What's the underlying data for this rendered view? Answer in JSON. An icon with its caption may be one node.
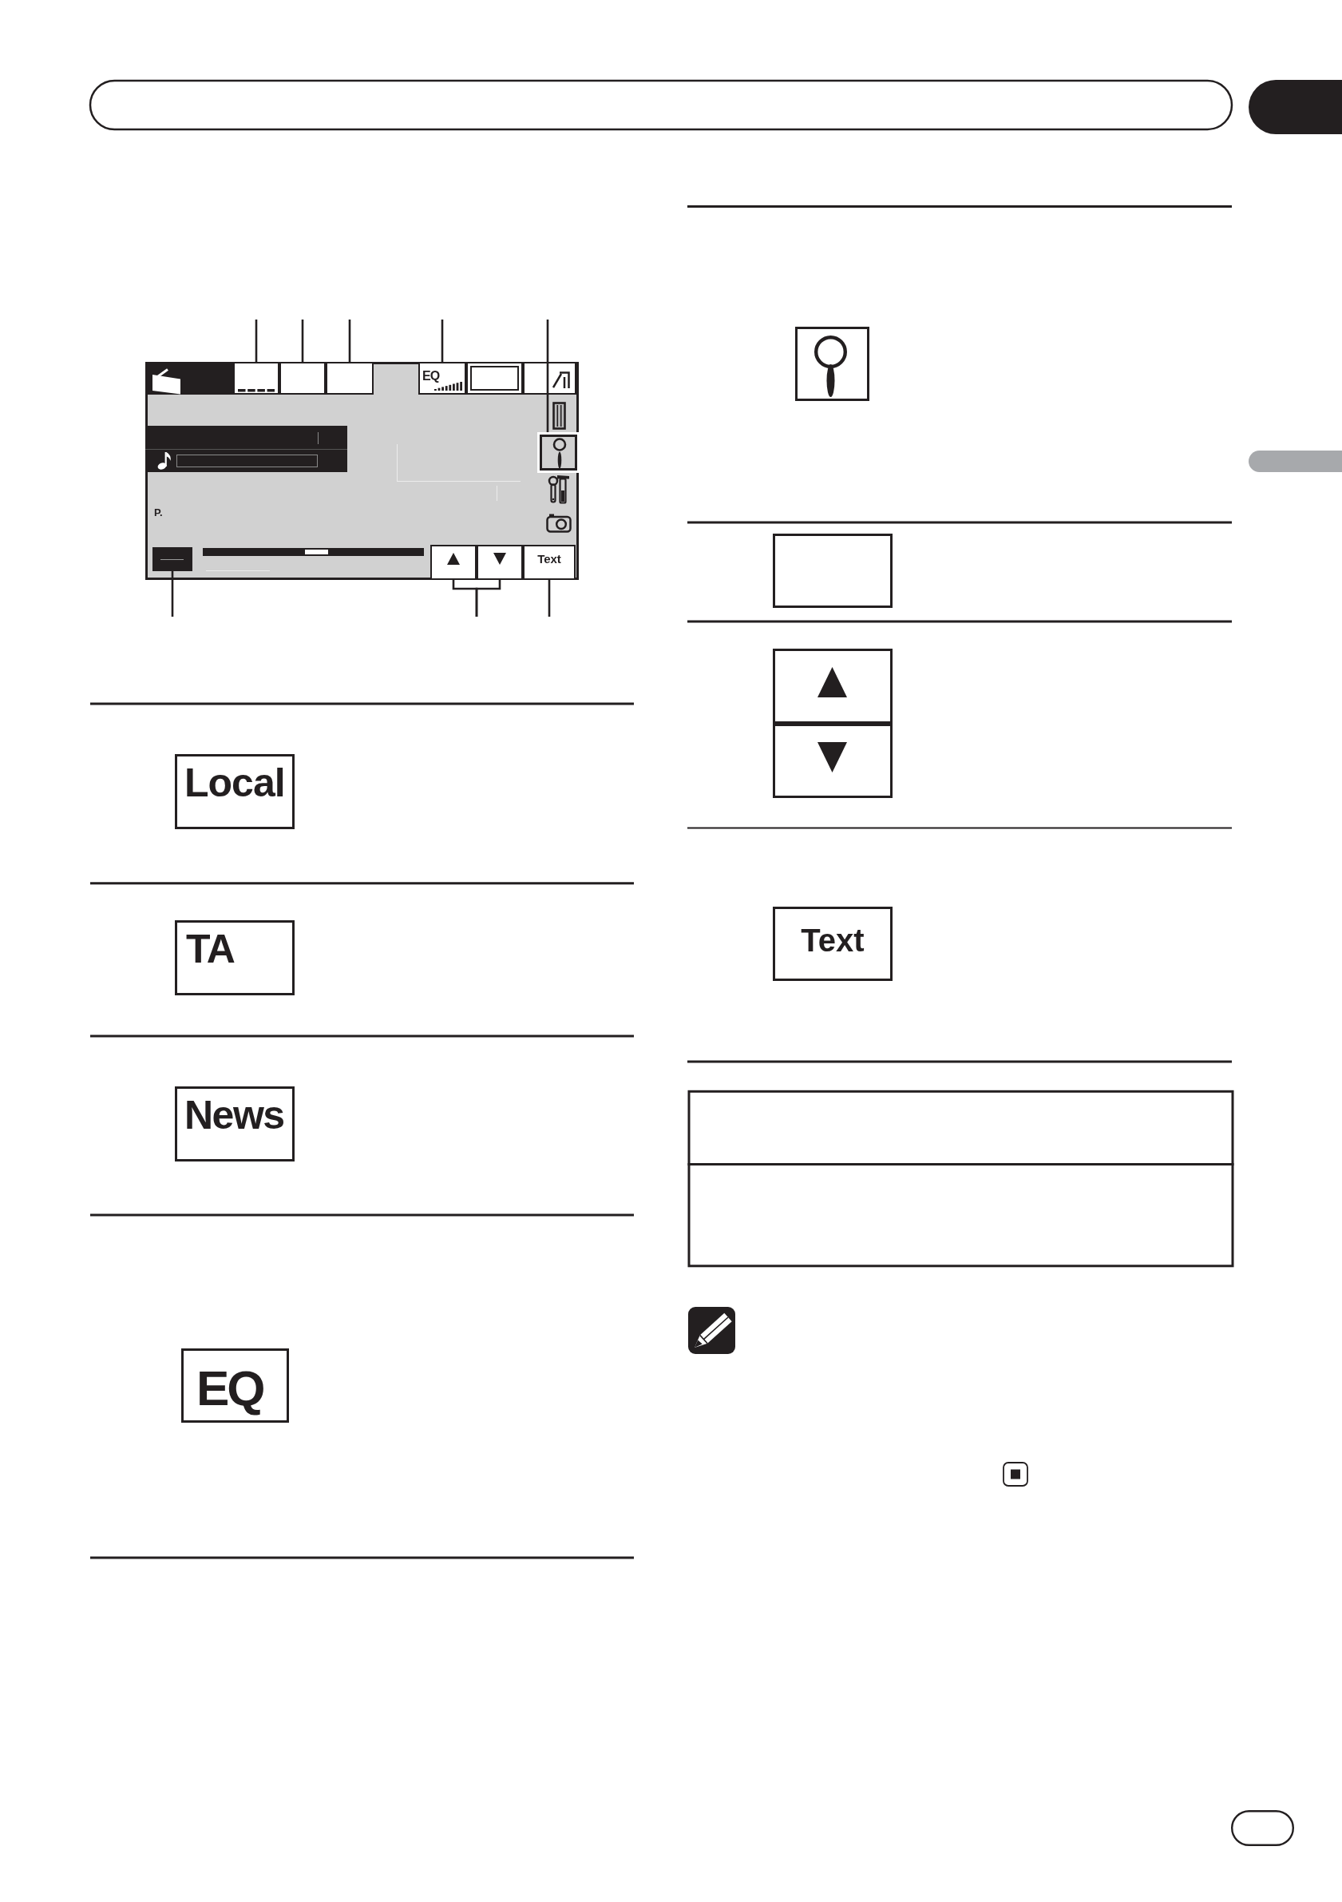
{
  "diagram": {
    "nodes": [
      {
        "text": [],
        "shape": "box"
      },
      {
        "text": [],
        "shape": "box"
      },
      {
        "text": [],
        "shape": "box",
        "in": 1
      },
      {
        "text": [],
        "shape": "box",
        "in": 1
      },
      {
        "text": [],
        "shape": "box",
        "in": 1
      },
      {
        "text": [
          "EQ"
        ],
        "in": 1
      },
      {
        "text": [],
        "shape": "box",
        "in": 1
      },
      {
        "text": [],
        "shape": "box",
        "in": 1
      },
      {
        "text": [],
        "shape": "box",
        "in": 1
      },
      {
        "text": [],
        "shape": "box",
        "in": 1
      },
      {
        "text": [],
        "shape": "box",
        "in": 1
      },
      {
        "text": [],
        "shape": "box",
        "in": 1
      },
      {
        "text": [
          "Text"
        ],
        "in": 1
      },
      {
        "text": [
          "Local"
        ]
      },
      {
        "text": [
          "TA"
        ]
      },
      {
        "text": [
          "News"
        ]
      },
      {
        "text": [
          "EQ"
        ]
      },
      {
        "text": [],
        "shape": "box"
      },
      {
        "text": [],
        "shape": "box"
      },
      {
        "text": [],
        "shape": "box"
      },
      {
        "text": [],
        "shape": "box"
      },
      {
        "text": [
          "Text"
        ]
      },
      {
        "text": [],
        "shape": "bar"
      }
    ],
    "edges": [
      {
        "from": null,
        "to": 2,
        "arrow": "none"
      },
      {
        "from": null,
        "to": 3,
        "arrow": "none"
      },
      {
        "from": null,
        "to": 4,
        "arrow": "none"
      },
      {
        "from": null,
        "to": 5,
        "arrow": "none"
      },
      {
        "from": null,
        "to": 8,
        "arrow": "none"
      },
      {
        "from": null,
        "to": 9,
        "arrow": "none"
      },
      {
        "from": null,
        "to": 10,
        "arrow": "none"
      },
      {
        "from": null,
        "to": 11,
        "arrow": "none"
      },
      {
        "from": null,
        "to": 12,
        "arrow": "none"
      }
    ],
    "labels": [
      "P."
    ]
  }
}
